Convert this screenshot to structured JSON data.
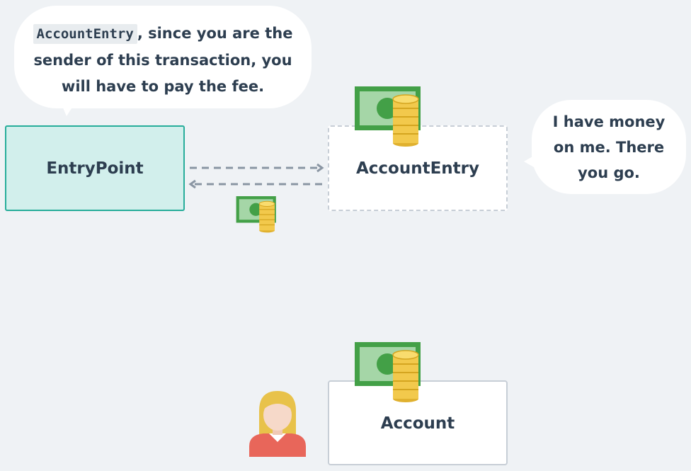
{
  "bubbles": {
    "left": {
      "code": "AccountEntry",
      "line1_rest": ", since you are the",
      "line2": "sender of this transaction, you",
      "line3": "will have to pay the fee."
    },
    "right": {
      "line1": "I have money",
      "line2": "on me. There",
      "line3": "you go."
    }
  },
  "boxes": {
    "entrypoint": "EntryPoint",
    "accountentry": "AccountEntry",
    "account": "Account"
  },
  "colors": {
    "background": "#eff2f5",
    "entrypoint_fill": "#d2efec",
    "entrypoint_border": "#27ad9a",
    "text": "#2d3e50",
    "money_green": "#4caf50",
    "coin_gold": "#f2c94c"
  },
  "icons": [
    "money-icon",
    "coins-icon",
    "person-icon",
    "dashed-arrow-right",
    "dashed-arrow-left"
  ]
}
